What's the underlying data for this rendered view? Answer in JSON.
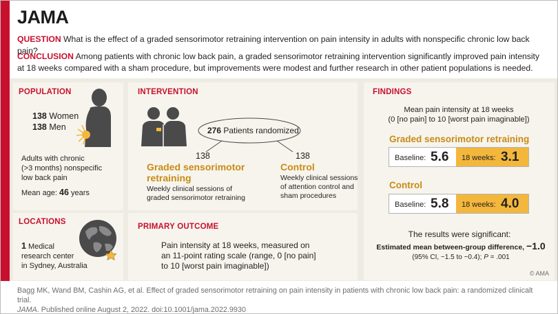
{
  "brand": {
    "logo": "JAMA"
  },
  "question": {
    "label": "QUESTION",
    "text": "What is the effect of a graded sensorimotor retraining intervention on pain intensity in adults with nonspecific chronic low back pain?"
  },
  "conclusion": {
    "label": "CONCLUSION",
    "line1": "Among patients with chronic low back pain, a graded sensorimotor retraining intervention significantly improved pain intensity",
    "line2": "at 18 weeks compared with a sham procedure, but improvements were modest and further research in other patient populations is needed."
  },
  "population": {
    "heading": "POPULATION",
    "women_count": "138",
    "women_label": "Women",
    "men_count": "138",
    "men_label": "Men",
    "desc_lines": [
      "Adults with chronic",
      "(>3 months) nonspecific",
      "low back pain"
    ],
    "age_label": "Mean age:",
    "age_value": "46",
    "age_unit": "years"
  },
  "locations": {
    "heading": "LOCATIONS",
    "count": "1",
    "lines": [
      "Medical",
      "research center",
      "in Sydney, Australia"
    ]
  },
  "intervention": {
    "heading": "INTERVENTION",
    "randomized_count": "276",
    "randomized_label": "Patients randomized",
    "arm1": {
      "n": "138",
      "name_lines": [
        "Graded sensorimotor",
        "retraining"
      ],
      "desc_lines": [
        "Weekly clinical sessions of",
        "graded sensorimotor retraining"
      ]
    },
    "arm2": {
      "n": "138",
      "name": "Control",
      "desc_lines": [
        "Weekly clinical sessions",
        "of attention control and",
        "sham procedures"
      ]
    }
  },
  "primary_outcome": {
    "heading": "PRIMARY OUTCOME",
    "lines": [
      "Pain intensity at 18 weeks, measured on",
      "an 11-point rating scale (range, 0 [no pain]",
      "to 10 [worst pain imaginable])"
    ]
  },
  "findings": {
    "heading": "FINDINGS",
    "subtitle_lines": [
      "Mean pain intensity at 18 weeks",
      "(0 [no pain] to 10 [worst pain imaginable])"
    ],
    "groups": [
      {
        "name": "Graded sensorimotor retraining",
        "baseline_label": "Baseline:",
        "baseline": "5.6",
        "week_label": "18 weeks:",
        "week_value": "3.1"
      },
      {
        "name": "Control",
        "baseline_label": "Baseline:",
        "baseline": "5.8",
        "week_label": "18 weeks:",
        "week_value": "4.0"
      }
    ],
    "significance": "The results were significant:",
    "diff_label": "Estimated mean between-group difference,",
    "diff_value": "−1.0",
    "ci_text": "(95% CI, −1.5 to −0.4);",
    "p_label": "P",
    "p_value": "= .001"
  },
  "copyright": "© AMA",
  "citation": {
    "line1": "Bagg MK, Wand BM, Cashin AG, et al. Effect of graded sensorimotor retraining on pain intensity in patients with chronic low back pain: a randomized clinicalt trial.",
    "journal": "JAMA",
    "line2_rest": ". Published online August 2, 2022. doi:10.1001/jama.2022.9930"
  },
  "colors": {
    "accent_red": "#c8102e",
    "gold": "#c98b14",
    "highlight": "#f3b73c",
    "panel_bg": "#f6f4ed",
    "band_bg": "#eeebe2"
  }
}
